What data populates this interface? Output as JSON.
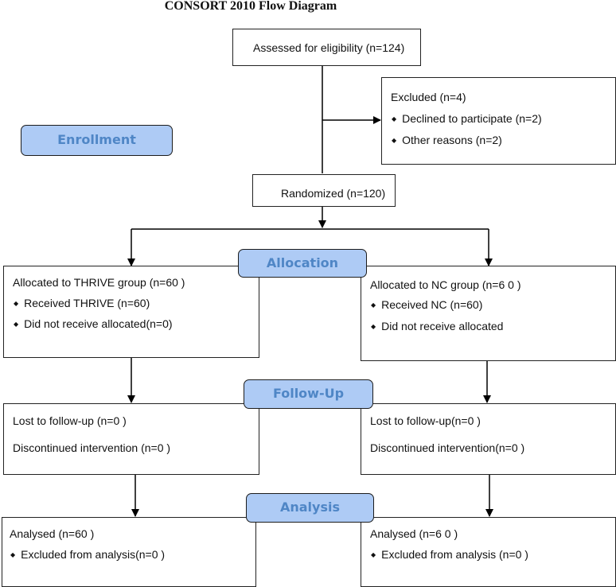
{
  "title": "CONSORT 2010 Flow Diagram",
  "stages": {
    "enrollment": "Enrollment",
    "allocation": "Allocation",
    "follow_up": "Follow-Up",
    "analysis": "Analysis"
  },
  "assessed": "Assessed for eligibility (n=124)",
  "excluded": {
    "heading": "Excluded (n=4)",
    "items": [
      "Declined to participate (n=2)",
      "Other reasons (n=2)"
    ]
  },
  "randomized": "Randomized (n=120)",
  "thrive": {
    "allocation": {
      "heading": "Allocated to THRIVE group (n=60  )",
      "items": [
        "Received THRIVE (n=60)",
        "Did not receive allocated(n=0)"
      ]
    },
    "follow_up": {
      "lost": "Lost to follow-up (n=0 )",
      "discontinued": "Discontinued intervention (n=0 )"
    },
    "analysis": {
      "analysed": "Analysed (n=60  )",
      "excluded": "Excluded from analysis(n=0  )"
    }
  },
  "nc": {
    "allocation": {
      "heading": "Allocated to NC group (n=6 0 )",
      "items": [
        "Received NC (n=60)",
        "Did not receive allocated"
      ]
    },
    "follow_up": {
      "lost": "Lost to follow-up(n=0 )",
      "discontinued": "Discontinued intervention(n=0 )"
    },
    "analysis": {
      "analysed": "Analysed (n=6 0 )",
      "excluded": "Excluded from analysis (n=0  )"
    }
  },
  "colors": {
    "stage_fill": "#aecbf5",
    "stage_text": "#4f86c6",
    "line": "#000000"
  }
}
